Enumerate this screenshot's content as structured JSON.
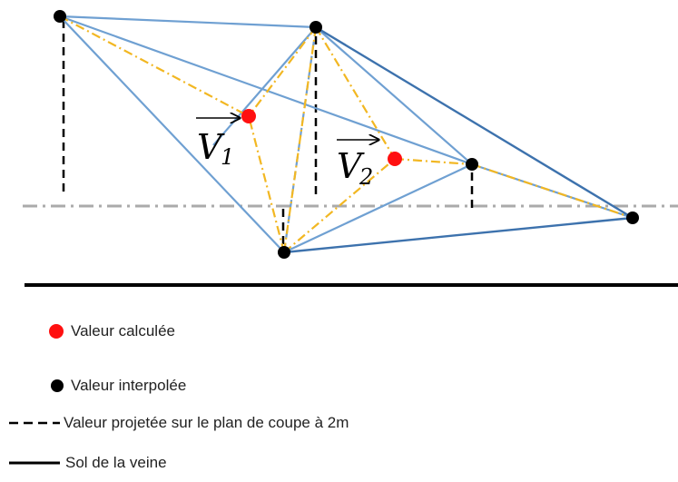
{
  "vectors": {
    "v1": {
      "symbol": "V",
      "subscript": "1"
    },
    "v2": {
      "symbol": "V",
      "subscript": "2"
    }
  },
  "legend": {
    "calculated": "Valeur calculée",
    "interpolated": "Valeur interpolée",
    "projected": "Valeur projetée sur le plan de coupe à 2m",
    "ground": "Sol de la veine"
  },
  "colors": {
    "edge_light": "#6fa0d2",
    "edge_dark": "#3d72ad",
    "centroid_link": "#f2b722",
    "calculated_point": "#ff1010",
    "interpolated_point": "#000000",
    "cut_plane": "#aaaaaa",
    "ground": "#000000"
  }
}
